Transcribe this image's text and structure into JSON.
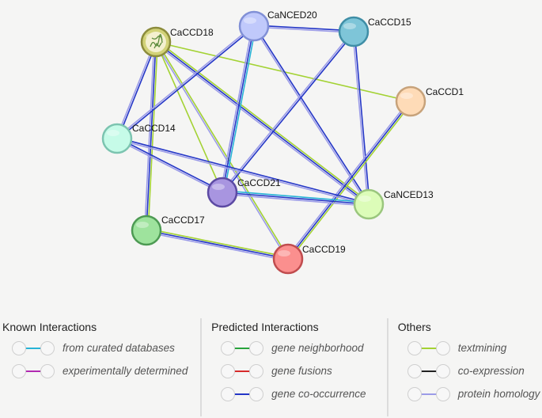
{
  "network": {
    "nodes": [
      {
        "id": "CaCCD18",
        "label": "CaCCD18",
        "fill": "#d2d278",
        "stroke": "#8c8c3c",
        "has_structure_image": true
      },
      {
        "id": "CaNCED20",
        "label": "CaNCED20",
        "fill": "#c0c9fb",
        "stroke": "#8190d6"
      },
      {
        "id": "CaCCD15",
        "label": "CaCCD15",
        "fill": "#7ec5d8",
        "stroke": "#3f8ea6"
      },
      {
        "id": "CaCCD1",
        "label": "CaCCD1",
        "fill": "#fedbb7",
        "stroke": "#c7a27a"
      },
      {
        "id": "CaCCD14",
        "label": "CaCCD14",
        "fill": "#c6fbe8",
        "stroke": "#7cc4b0"
      },
      {
        "id": "CaCCD21",
        "label": "CaCCD21",
        "fill": "#a895e0",
        "stroke": "#5c4aa3"
      },
      {
        "id": "CaNCED13",
        "label": "CaNCED13",
        "fill": "#dcfcb8",
        "stroke": "#9ac67d"
      },
      {
        "id": "CaCCD17",
        "label": "CaCCD17",
        "fill": "#9ee39d",
        "stroke": "#4d9a53"
      },
      {
        "id": "CaCCD19",
        "label": "CaCCD19",
        "fill": "#fb8f8e",
        "stroke": "#c04c4e"
      }
    ],
    "edges": [
      {
        "source": "CaCCD18",
        "target": "CaCCD1",
        "types": [
          "textmining"
        ]
      },
      {
        "source": "CaCCD18",
        "target": "CaCCD17",
        "types": [
          "textmining",
          "gene_cooccurrence",
          "protein_homology"
        ]
      },
      {
        "source": "CaCCD18",
        "target": "CaCCD14",
        "types": [
          "gene_cooccurrence",
          "protein_homology"
        ]
      },
      {
        "source": "CaCCD18",
        "target": "CaNCED13",
        "types": [
          "textmining",
          "gene_cooccurrence",
          "protein_homology"
        ]
      },
      {
        "source": "CaCCD18",
        "target": "CaCCD19",
        "types": [
          "textmining",
          "protein_homology"
        ]
      },
      {
        "source": "CaCCD18",
        "target": "CaCCD21",
        "types": [
          "textmining"
        ]
      },
      {
        "source": "CaNCED20",
        "target": "CaCCD15",
        "types": [
          "gene_cooccurrence",
          "protein_homology"
        ]
      },
      {
        "source": "CaNCED20",
        "target": "CaCCD21",
        "types": [
          "curated_databases",
          "gene_cooccurrence",
          "protein_homology"
        ]
      },
      {
        "source": "CaNCED20",
        "target": "CaNCED13",
        "types": [
          "gene_cooccurrence",
          "protein_homology"
        ]
      },
      {
        "source": "CaNCED20",
        "target": "CaCCD14",
        "types": [
          "gene_cooccurrence",
          "protein_homology"
        ]
      },
      {
        "source": "CaCCD15",
        "target": "CaNCED13",
        "types": [
          "gene_cooccurrence",
          "protein_homology"
        ]
      },
      {
        "source": "CaCCD15",
        "target": "CaCCD21",
        "types": [
          "gene_cooccurrence",
          "protein_homology"
        ]
      },
      {
        "source": "CaCCD1",
        "target": "CaCCD19",
        "types": [
          "textmining",
          "gene_cooccurrence",
          "protein_homology"
        ]
      },
      {
        "source": "CaCCD14",
        "target": "CaCCD21",
        "types": [
          "gene_cooccurrence",
          "protein_homology"
        ]
      },
      {
        "source": "CaCCD14",
        "target": "CaNCED13",
        "types": [
          "gene_cooccurrence",
          "protein_homology"
        ]
      },
      {
        "source": "CaCCD21",
        "target": "CaNCED13",
        "types": [
          "curated_databases",
          "gene_cooccurrence",
          "protein_homology"
        ]
      },
      {
        "source": "CaCCD17",
        "target": "CaCCD19",
        "types": [
          "textmining",
          "gene_cooccurrence",
          "protein_homology"
        ]
      }
    ]
  },
  "edge_colors": {
    "curated_databases": "#27b3d6",
    "experimentally_determined": "#b12ab1",
    "gene_neighborhood": "#27a33b",
    "gene_fusions": "#d62a2a",
    "gene_cooccurrence": "#2436c7",
    "textmining": "#a3d233",
    "coexpression": "#222222",
    "protein_homology": "#9b9be8"
  },
  "legend": {
    "known": {
      "title": "Known Interactions",
      "items": [
        {
          "label": "from curated databases",
          "color": "#27b3d6"
        },
        {
          "label": "experimentally determined",
          "color": "#b12ab1"
        }
      ]
    },
    "predicted": {
      "title": "Predicted Interactions",
      "items": [
        {
          "label": "gene neighborhood",
          "color": "#27a33b"
        },
        {
          "label": "gene fusions",
          "color": "#d62a2a"
        },
        {
          "label": "gene co-occurrence",
          "color": "#2436c7"
        }
      ]
    },
    "others": {
      "title": "Others",
      "items": [
        {
          "label": "textmining",
          "color": "#a3d233"
        },
        {
          "label": "co-expression",
          "color": "#222222"
        },
        {
          "label": "protein homology",
          "color": "#9b9be8"
        }
      ]
    }
  }
}
